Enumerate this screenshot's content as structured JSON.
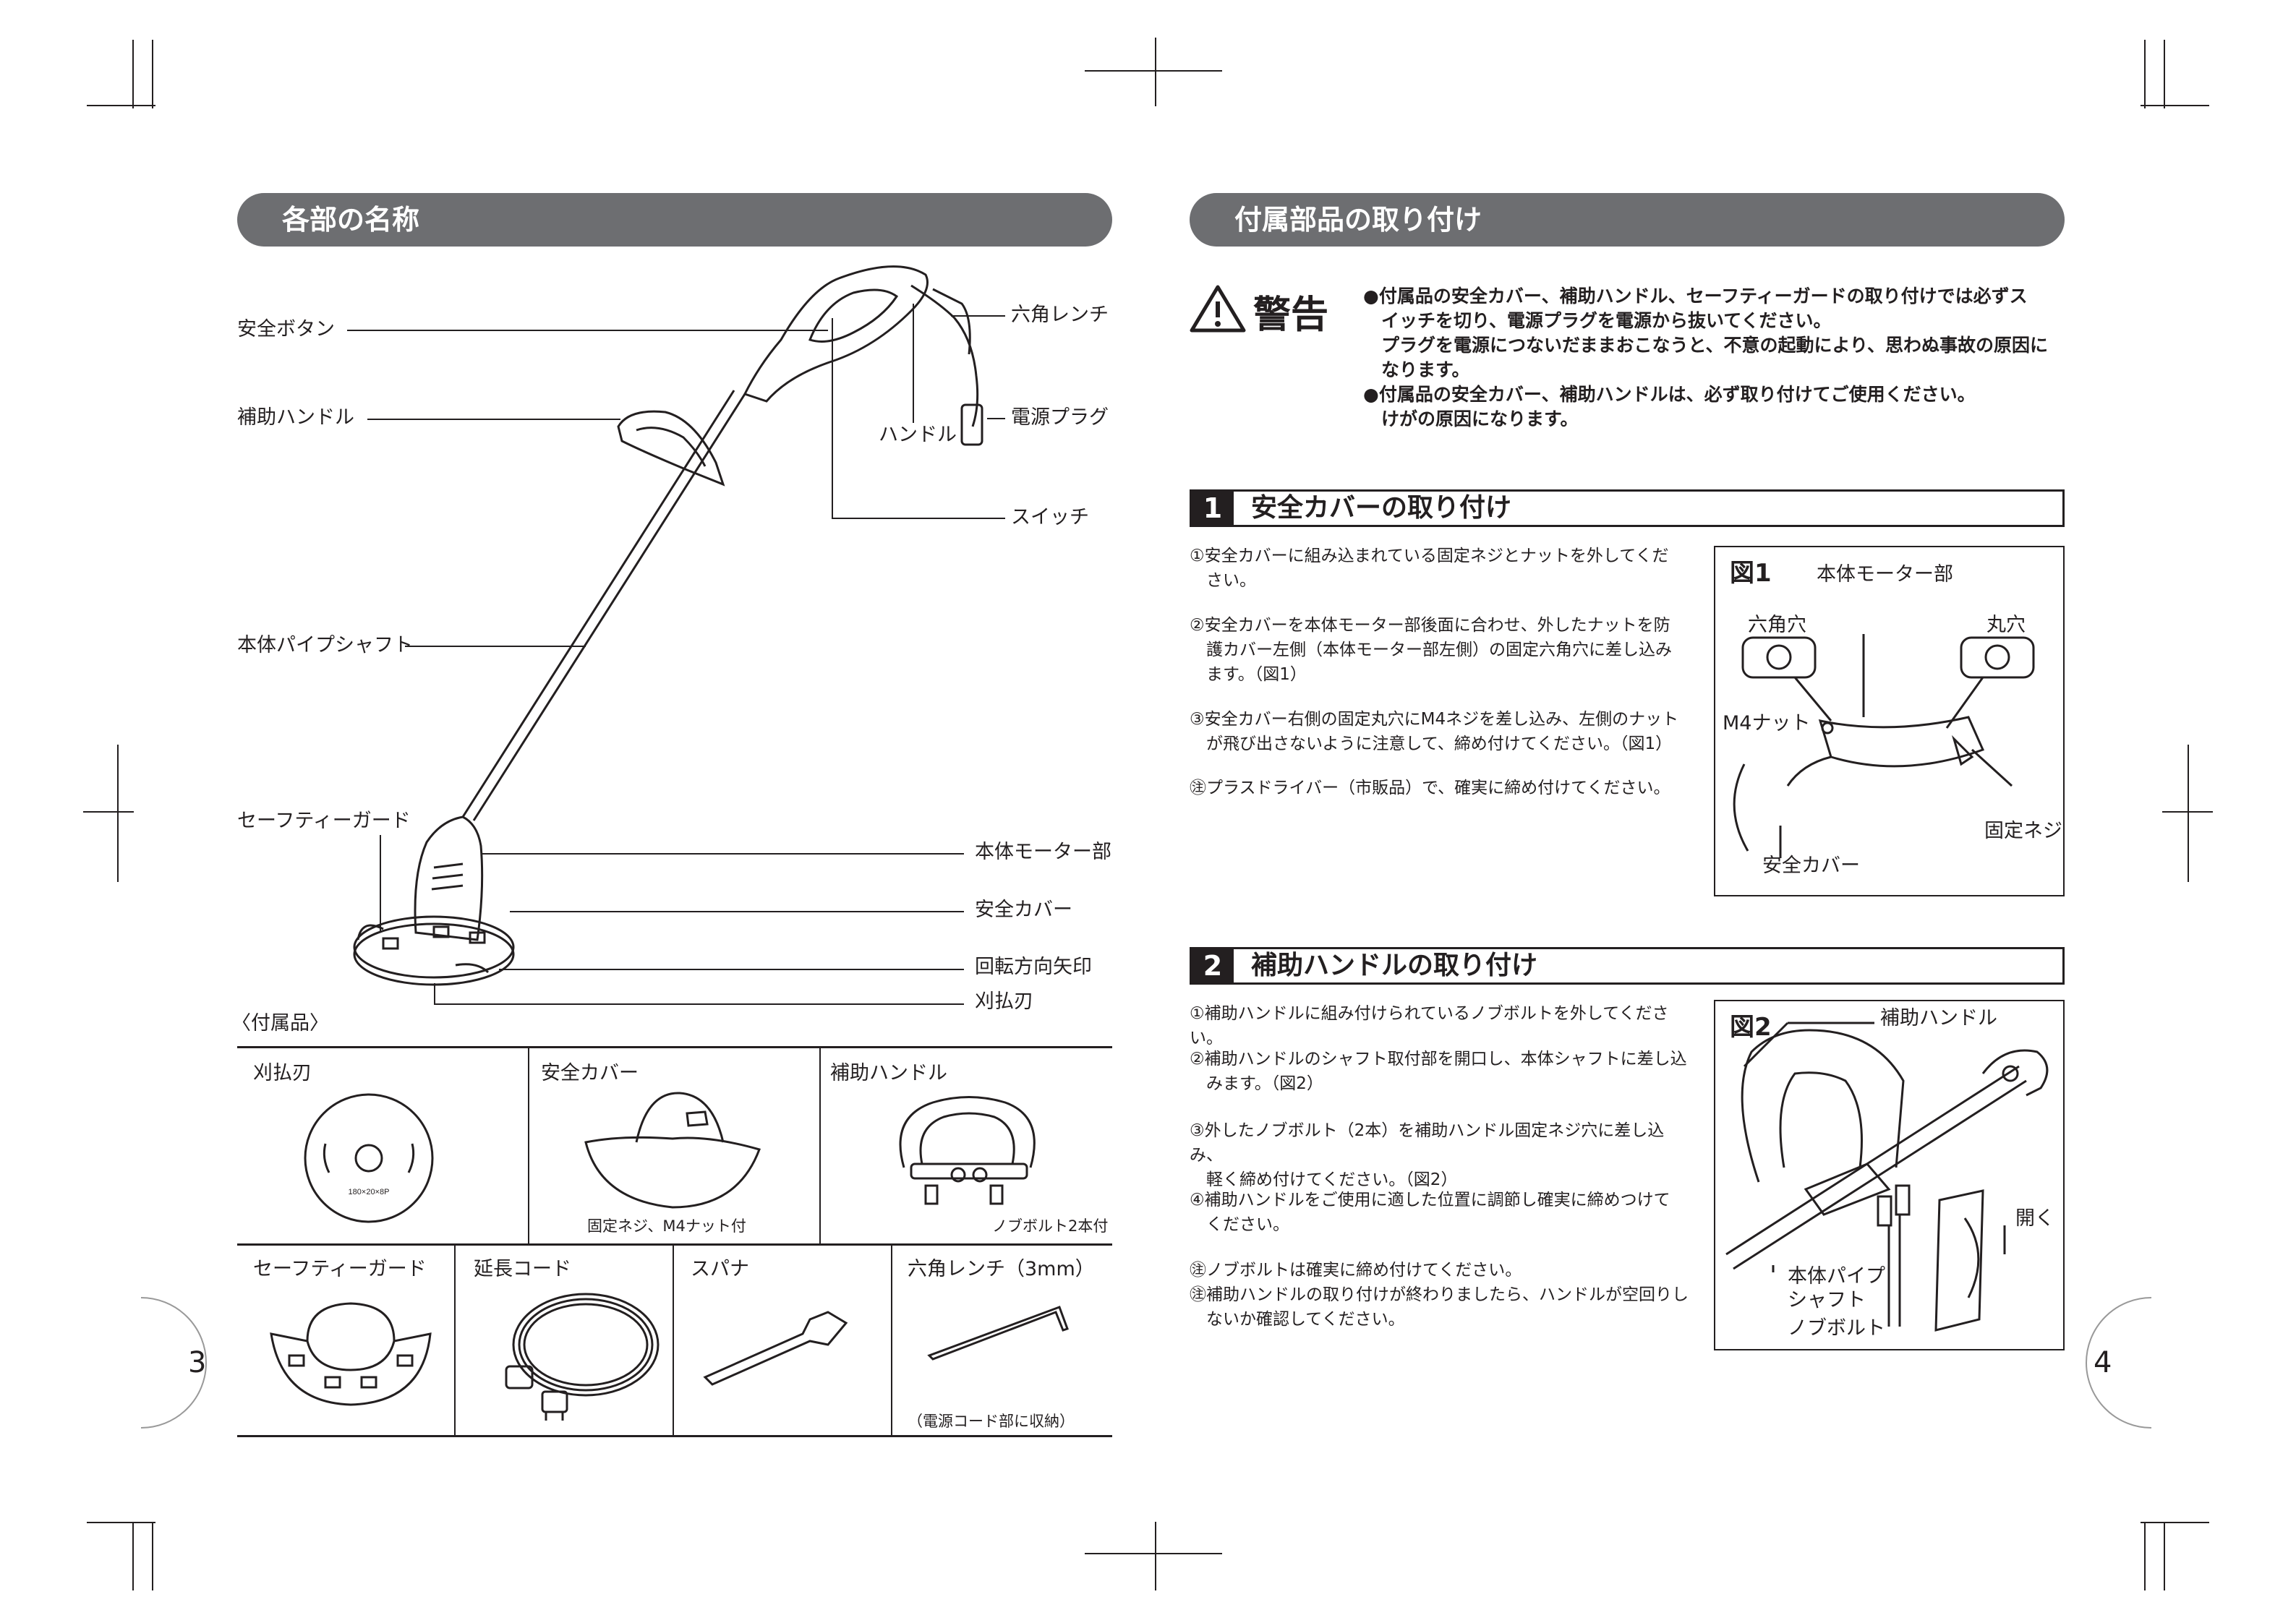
{
  "left": {
    "header": "各部の名称",
    "labels": {
      "safety_button": "安全ボタン",
      "aux_handle": "補助ハンドル",
      "pipe_shaft": "本体パイプシャフト",
      "safety_guard": "セーフティーガード",
      "hex_wrench": "六角レンチ",
      "power_plug": "電源プラグ",
      "handle": "ハンドル",
      "switch": "スイッチ",
      "motor": "本体モーター部",
      "safety_cover": "安全カバー",
      "rotation_arrow": "回転方向矢印",
      "blade": "刈払刃"
    },
    "accessories_title": "〈付属品〉",
    "accessories": {
      "blade": "刈払刃",
      "blade_marking": "180×20×8P",
      "cover": "安全カバー",
      "cover_note": "固定ネジ、M4ナット付",
      "handle": "補助ハンドル",
      "handle_note": "ノブボルト2本付",
      "guard": "セーフティーガード",
      "cord": "延長コード",
      "spanner": "スパナ",
      "wrench": "六角レンチ（3mm）",
      "wrench_note": "（電源コード部に収納）"
    },
    "page_number": "3"
  },
  "right": {
    "header": "付属部品の取り付け",
    "warning_title": "警告",
    "warning_lines": [
      "●付属品の安全カバー、補助ハンドル、セーフティーガードの取り付けでは必ずス",
      "　イッチを切り、電源プラグを電源から抜いてください。",
      "　プラグを電源につないだままおこなうと、不意の起動により、思わぬ事故の原因に",
      "　なります。",
      "●付属品の安全カバー、補助ハンドルは、必ず取り付けてご使用ください。",
      "　けがの原因になります。"
    ],
    "section1": {
      "num": "1",
      "title": "安全カバーの取り付け",
      "steps": [
        "①安全カバーに組み込まれている固定ネジとナットを外してくだ\n　さい。",
        "②安全カバーを本体モーター部後面に合わせ、外したナットを防\n　護カバー左側（本体モーター部左側）の固定六角穴に差し込み\n　ます。（図1）",
        "③安全カバー右側の固定丸穴にM4ネジを差し込み、左側のナット\n　が飛び出さないように注意して、締め付けてください。（図1）",
        "㊟プラスドライバー（市販品）で、確実に締め付けてください。"
      ],
      "figure": {
        "label": "図1",
        "motor": "本体モーター部",
        "hex_hole": "六角穴",
        "round_hole": "丸穴",
        "m4_nut": "M4ナット",
        "fix_screw": "固定ネジ",
        "cover": "安全カバー"
      }
    },
    "section2": {
      "num": "2",
      "title": "補助ハンドルの取り付け",
      "steps": [
        "①補助ハンドルに組み付けられているノブボルトを外してください。",
        "②補助ハンドルのシャフト取付部を開口し、本体シャフトに差し込\n　みます。（図2）",
        "③外したノブボルト（2本）を補助ハンドル固定ネジ穴に差し込み、\n　軽く締め付けてください。（図2）",
        "④補助ハンドルをご使用に適した位置に調節し確実に締めつけて\n　ください。",
        "㊟ノブボルトは確実に締め付けてください。\n㊟補助ハンドルの取り付けが終わりましたら、ハンドルが空回りし\n　ないか確認してください。"
      ],
      "figure": {
        "label": "図2",
        "aux_handle": "補助ハンドル",
        "pipe_shaft_1": "本体パイプ",
        "pipe_shaft_2": "シャフト",
        "knob_bolt": "ノブボルト",
        "open": "開く"
      }
    },
    "page_number": "4"
  },
  "colors": {
    "header_bg": "#6d6e71",
    "ink": "#231f20"
  }
}
